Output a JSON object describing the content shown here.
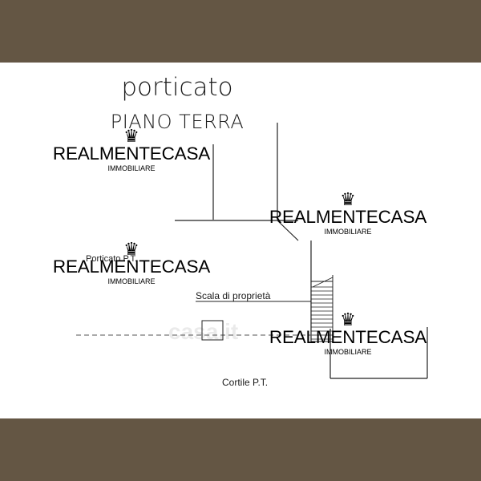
{
  "colors": {
    "band": "#645644",
    "line": "#222222",
    "dashed": "#555555",
    "text": "#1a1a1a",
    "watermark": "#000000"
  },
  "header": {
    "title": "porticato",
    "subtitle": "PIANO TERRA"
  },
  "labels": {
    "portico": "Porticato P.T.",
    "stair": "Scala di proprietà",
    "yard": "Cortile P.T."
  },
  "watermark": {
    "brand": "REALMENTECASA",
    "sub": "IMMOBILIARE",
    "crown_icon": "crown-icon"
  },
  "background_logo": "casa.it"
}
